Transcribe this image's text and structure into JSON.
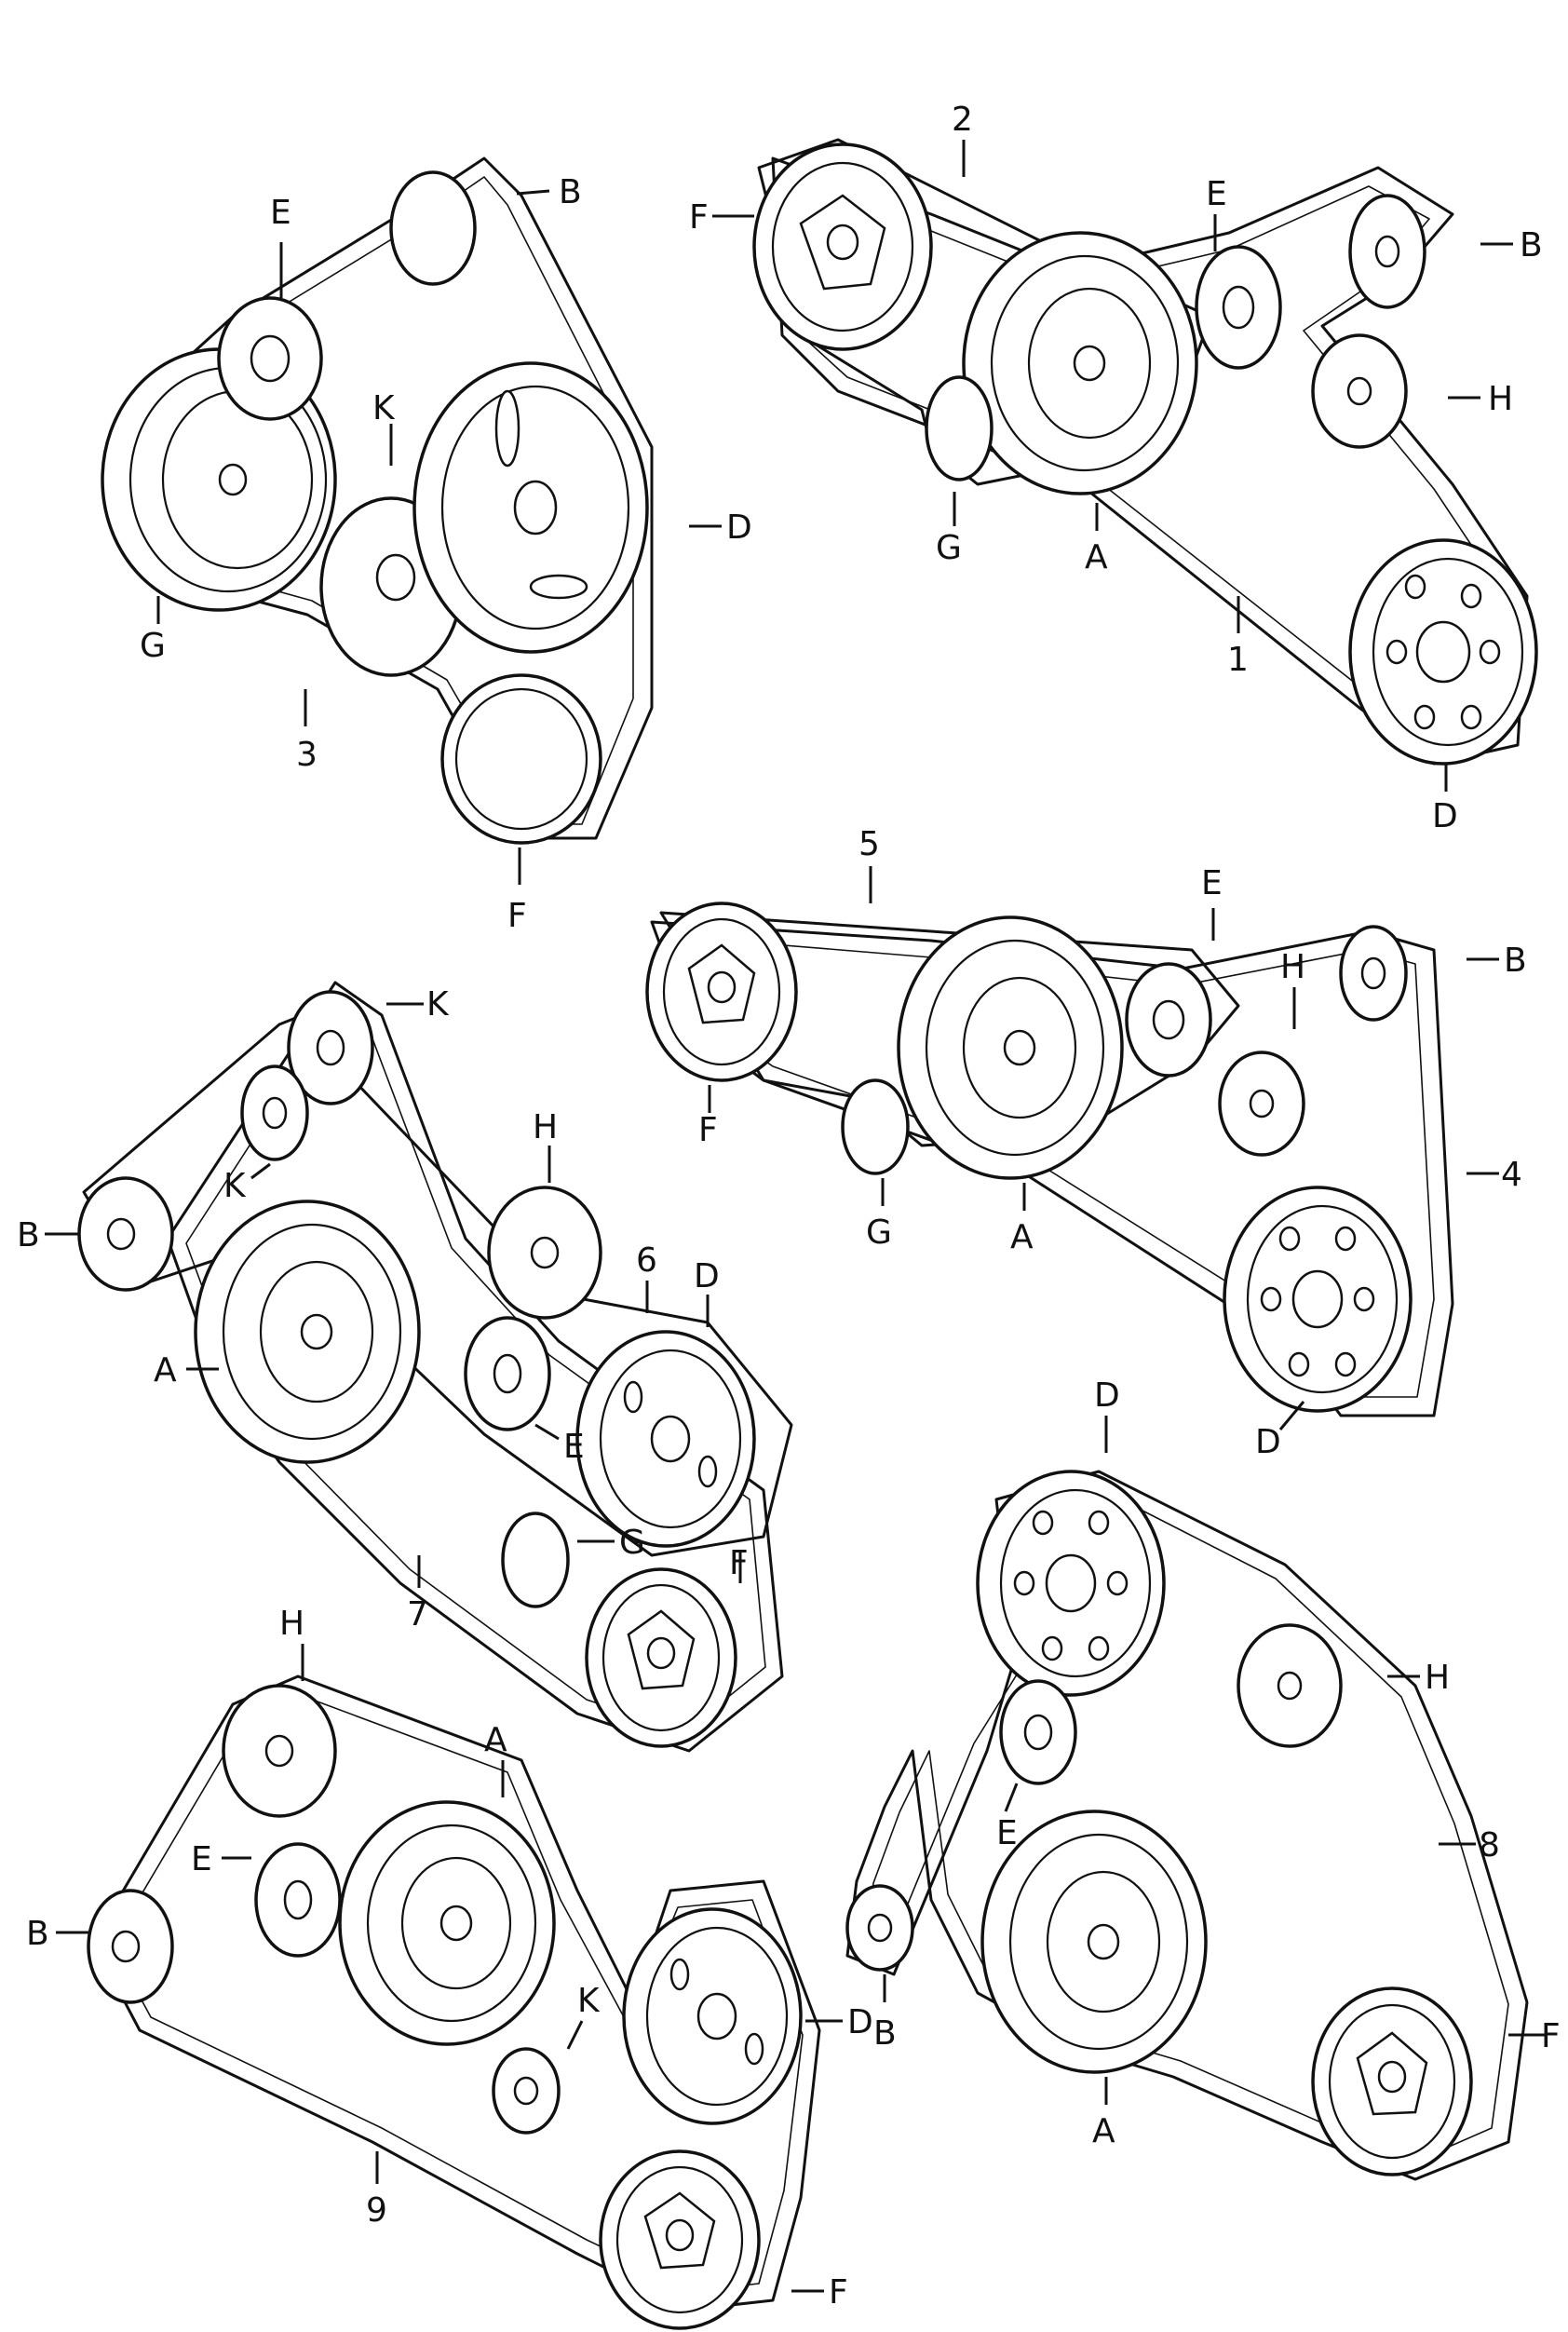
{
  "diagram": {
    "belt_numbers": [
      "1",
      "2",
      "3",
      "4",
      "5",
      "6",
      "7",
      "8",
      "9"
    ],
    "pulley_letters": [
      "A",
      "B",
      "D",
      "E",
      "F",
      "G",
      "H",
      "K"
    ]
  }
}
